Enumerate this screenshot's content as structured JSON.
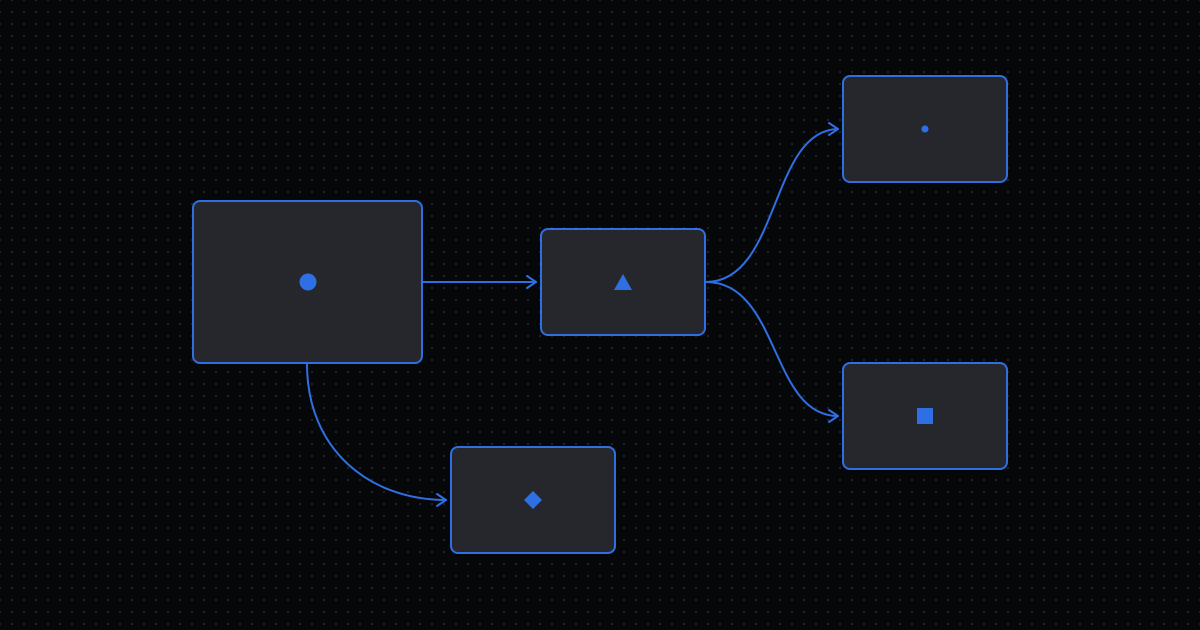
{
  "colors": {
    "background": "#060709",
    "grid_dot": "#23252b",
    "node_fill": "#26272d",
    "accent": "#2f6fe4"
  },
  "nodes": [
    {
      "id": "root",
      "icon": "circle-icon"
    },
    {
      "id": "mid",
      "icon": "triangle-icon"
    },
    {
      "id": "top",
      "icon": "dot-icon"
    },
    {
      "id": "bottom",
      "icon": "square-icon"
    },
    {
      "id": "low",
      "icon": "diamond-icon"
    }
  ],
  "edges": [
    {
      "from": "root",
      "to": "mid"
    },
    {
      "from": "root",
      "to": "low"
    },
    {
      "from": "mid",
      "to": "top"
    },
    {
      "from": "mid",
      "to": "bottom"
    }
  ]
}
